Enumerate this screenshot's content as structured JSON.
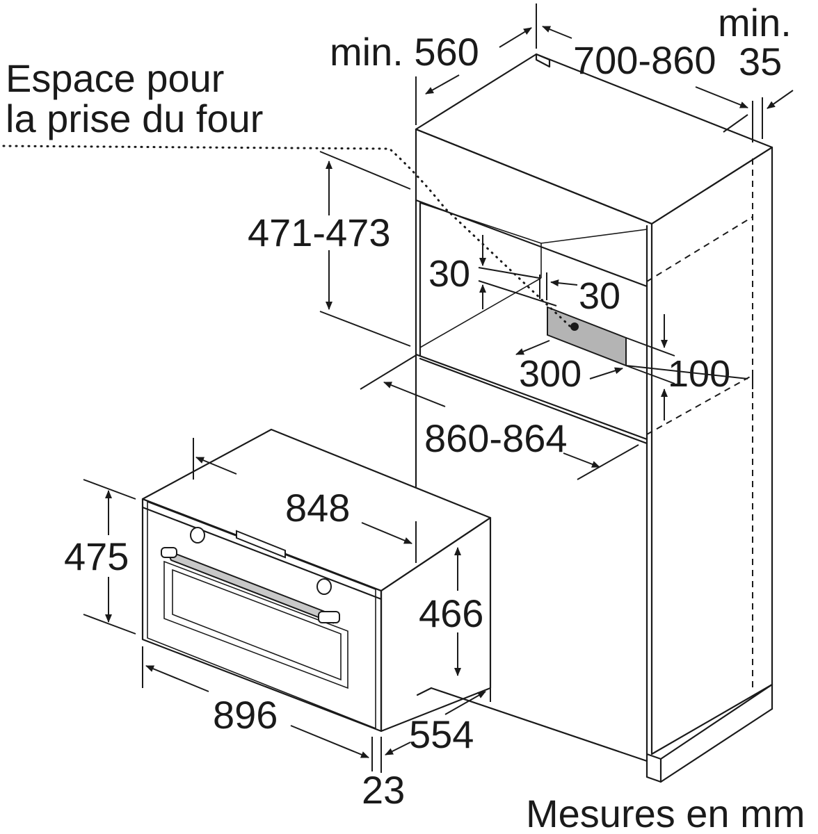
{
  "labels": {
    "socket_space_line1": "Espace pour",
    "socket_space_line2": "la prise du four",
    "min_560": "min. 560",
    "range_700_860": "700-860",
    "min_label": "min.",
    "min_35_value": "35",
    "height_471_473": "471-473",
    "gap_30_left": "30",
    "gap_30_right": "30",
    "socket_width_300": "300",
    "socket_height_100": "100",
    "width_860_864": "860-864",
    "oven_depth_848": "848",
    "oven_height_475": "475",
    "oven_body_466": "466",
    "oven_width_896": "896",
    "oven_554": "554",
    "front_23": "23",
    "units_note": "Mesures en mm"
  },
  "colors": {
    "line": "#1a1a1a",
    "socket_area": "#b4b4b4",
    "handle": "#c8c8c8",
    "background": "#ffffff"
  }
}
